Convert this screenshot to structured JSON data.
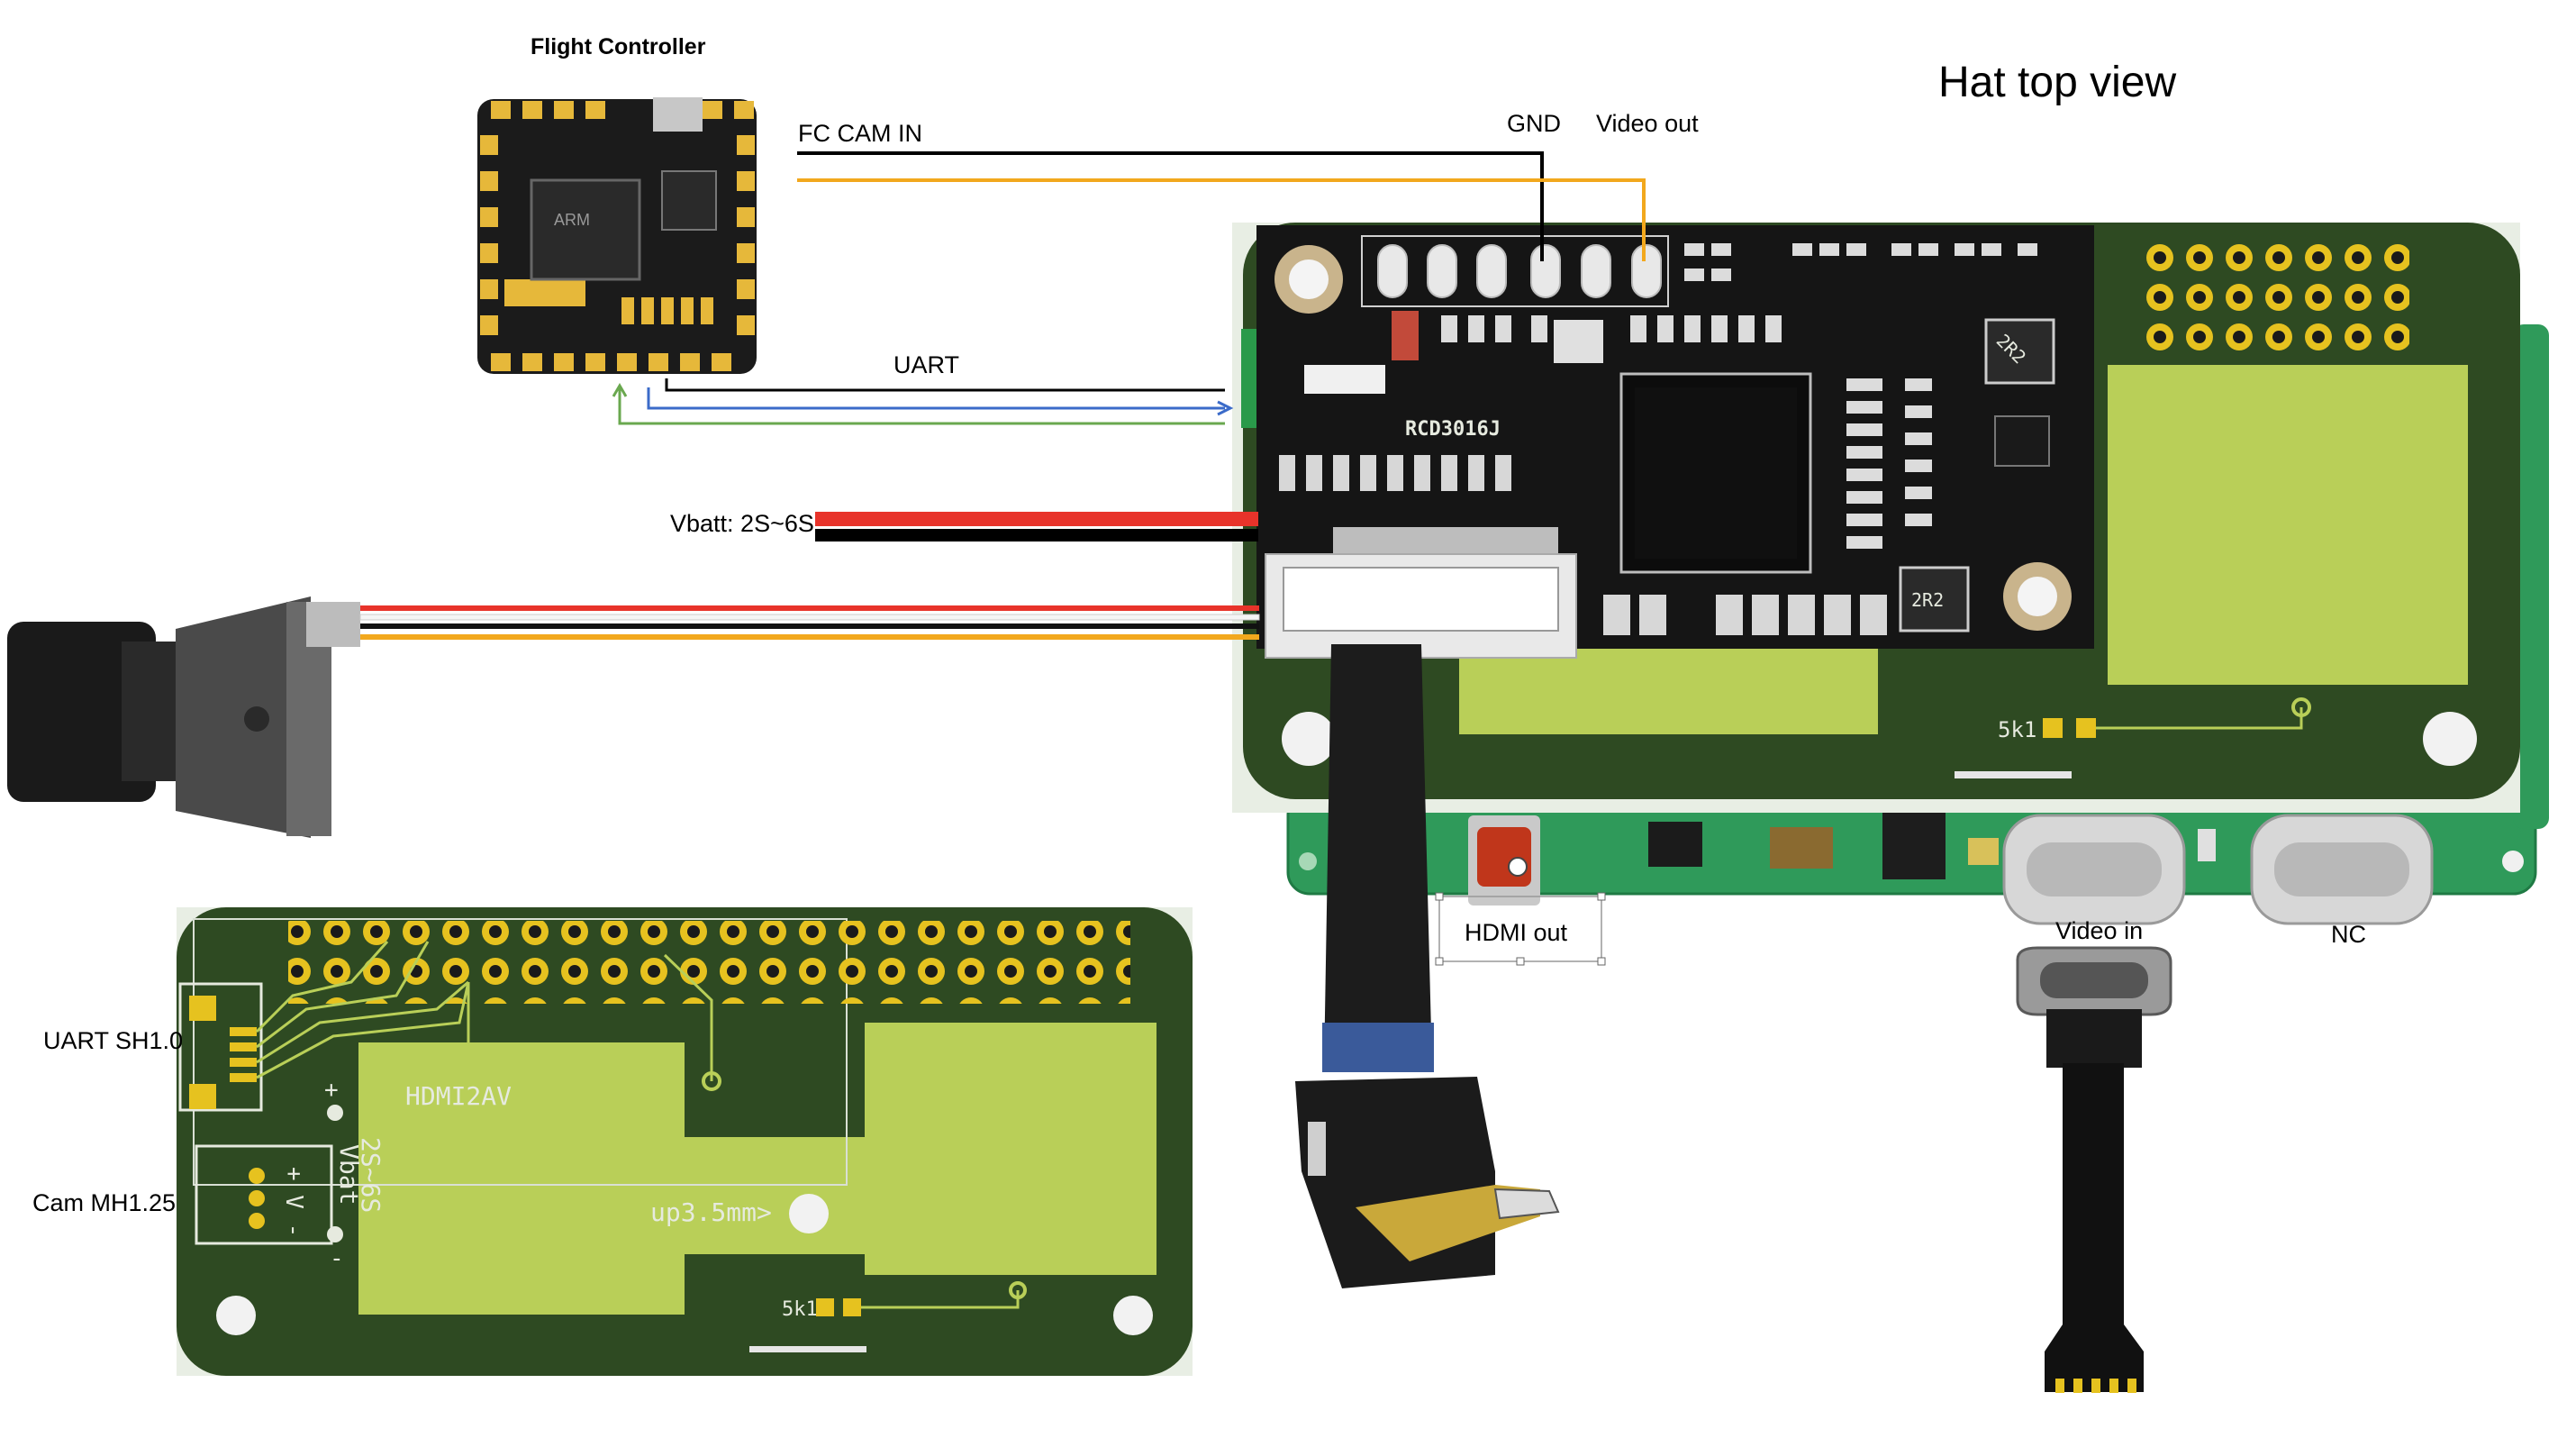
{
  "flight_controller": {
    "title": "Flight Controller",
    "chip_text": "ARM"
  },
  "wires": {
    "fc_cam_in": "FC CAM IN",
    "gnd": "GND",
    "video_out": "Video out",
    "uart": "UART",
    "vbatt": "Vbatt: 2S~6S"
  },
  "hat_view_title": "Hat top view",
  "hat_board": {
    "ic_label": "RCD3016J",
    "inductor_marking": "2R2",
    "resistor_label": "5k1"
  },
  "pi_ports": {
    "hdmi_out": "HDMI out",
    "video_in": "Video in",
    "nc": "NC"
  },
  "pcb_layout": {
    "uart_connector": "UART SH1.0",
    "cam_connector": "Cam MH1.25",
    "board_name": "HDMI2AV",
    "vbat_label": "Vbat",
    "voltage_range": "2S~6S",
    "plus": "+",
    "minus": "-",
    "cam_pins": "+ V -",
    "standoff_note": "up3.5mm>",
    "resistor_label": "5k1"
  },
  "colors": {
    "pcb_green": "#2e4a22",
    "pcb_dark": "#233a1a",
    "pad_green": "#b9cf58",
    "gold": "#e6c21f",
    "wire_black": "#000000",
    "wire_yellow": "#f2a81d",
    "wire_blue": "#3b6bc9",
    "wire_green": "#6aa84f",
    "wire_red": "#e8332a",
    "pi_green": "#2f9a5a"
  }
}
